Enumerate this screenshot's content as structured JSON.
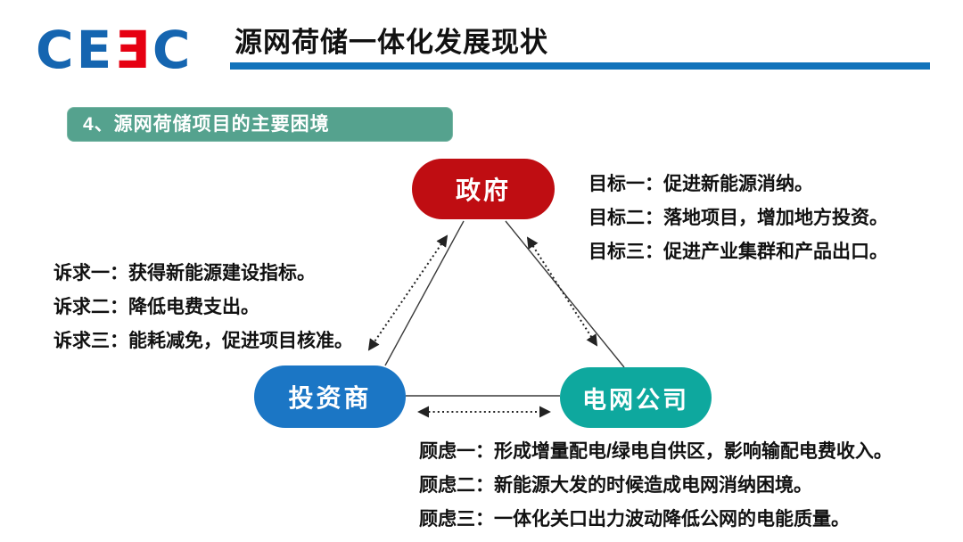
{
  "slide_title": "源网荷储一体化发展现状",
  "logo": {
    "name": "CEEC",
    "letters": [
      "C",
      "E",
      "Ǝ",
      "C"
    ],
    "letter_colors": [
      "#1565b0",
      "#1565b0",
      "#e60012",
      "#1565b0"
    ]
  },
  "header": {
    "underline_color": "#1173bb"
  },
  "section_banner": {
    "label": "4、源网荷储项目的主要困境",
    "bg_color": "#55a28e"
  },
  "diagram": {
    "nodes": [
      {
        "id": "government",
        "label": "政府",
        "color": "#bf0d12"
      },
      {
        "id": "investor",
        "label": "投资商",
        "color": "#1b76c5"
      },
      {
        "id": "grid-company",
        "label": "电网公司",
        "color": "#0ea89e"
      }
    ],
    "edges": [
      {
        "from": "政府",
        "to": "投资商",
        "style": "solid line + double-headed dotted arrow"
      },
      {
        "from": "政府",
        "to": "电网公司",
        "style": "solid line + double-headed dotted arrow"
      },
      {
        "from": "投资商",
        "to": "电网公司",
        "style": "solid line + double-headed dotted arrow"
      }
    ],
    "notes": {
      "goals": [
        "目标一：促进新能源消纳。",
        "目标二：落地项目，增加地方投资。",
        "目标三：促进产业集群和产品出口。"
      ],
      "demands": [
        "诉求一：获得新能源建设指标。",
        "诉求二：降低电费支出。",
        "诉求三：能耗减免，促进项目核准。"
      ],
      "concerns": [
        "顾虑一：形成增量配电/绿电自供区，影响输配电费收入。",
        "顾虑二：新能源大发的时候造成电网消纳困境。",
        "顾虑三：一体化关口出力波动降低公网的电能质量。"
      ]
    }
  }
}
